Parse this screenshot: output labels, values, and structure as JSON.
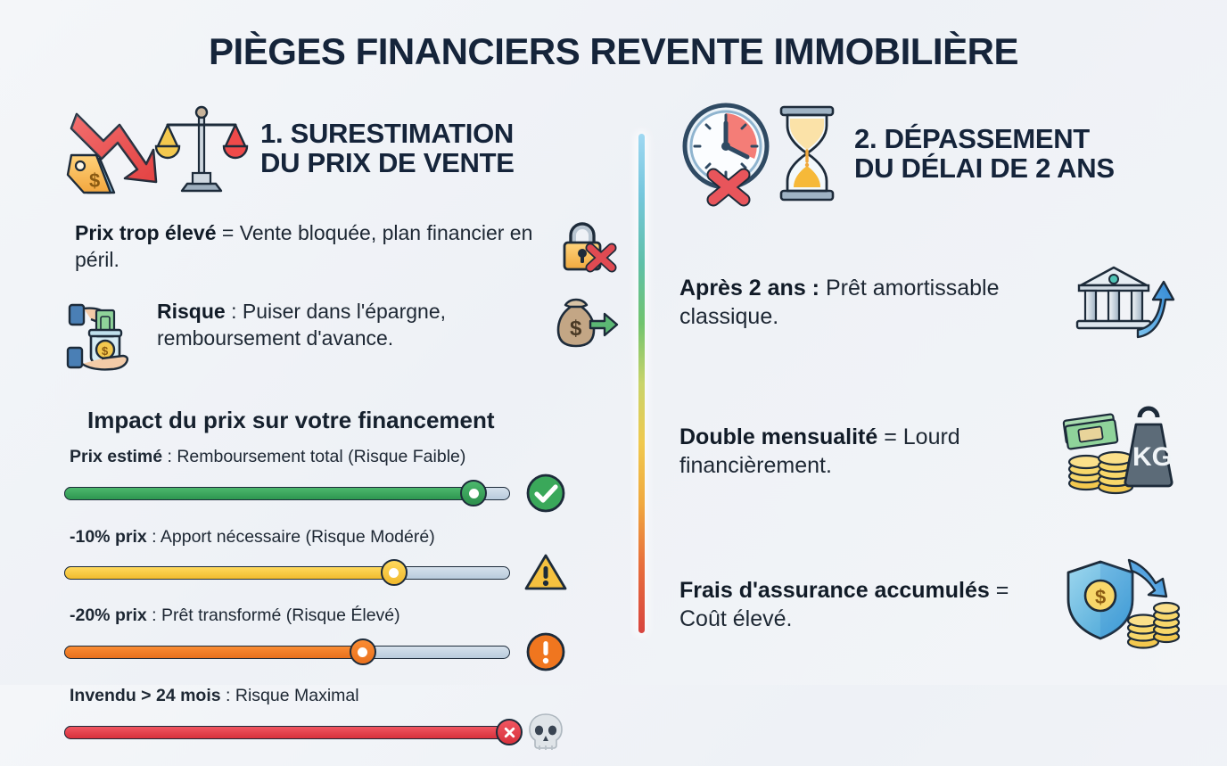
{
  "page": {
    "title": "PIÈGES FINANCIERS REVENTE IMMOBILIÈRE",
    "background_color": "#f2f4f8",
    "title_color": "#15243a"
  },
  "divider": {
    "name": "gradient-divider",
    "gradient_stops": [
      "#9fd8f2",
      "#5fc0a8",
      "#71c46e",
      "#f0c94e",
      "#f0a93f",
      "#d8453f"
    ]
  },
  "left_section": {
    "number_title": "1. SURESTIMATION\nDU PRIX DE VENTE",
    "head_icons": [
      "down-arrow-price-tag-icon",
      "balance-scale-icon"
    ],
    "bullets": [
      {
        "icon": "price-tag-dollar-icon",
        "side_icon": "lock-x-icon",
        "bold": "Prix trop élevé",
        "rest": " = Vente bloquée, plan financier en péril."
      },
      {
        "icon": "hand-savings-jar-icon",
        "side_icon": "money-bag-arrow-icon",
        "bold": "Risque",
        "rest": " : Puiser dans l'épargne, remboursement d'avance."
      }
    ],
    "chart_title": "Impact du prix sur votre financement"
  },
  "right_section": {
    "number_title": "2. DÉPASSEMENT\nDU DÉLAI DE 2 ANS",
    "head_icons": [
      "clock-red-x-icon",
      "hourglass-icon"
    ],
    "bullets": [
      {
        "bold": "Après 2 ans :",
        "rest": " Prêt amortissable classique.",
        "side_icon": "bank-up-arrow-icon"
      },
      {
        "bold": "Double mensualité",
        "rest": " = Lourd financièrement.",
        "side_icon": "money-weight-kg-icon",
        "weight_label": "KG"
      },
      {
        "bold": "Frais d'assurance accumulés",
        "rest": " = Coût élevé.",
        "side_icon": "shield-dollar-coins-icon"
      }
    ]
  },
  "chart_data": {
    "type": "bar",
    "title": "Impact du prix sur votre financement",
    "xlabel": "",
    "ylabel": "",
    "xlim": [
      0,
      100
    ],
    "grid": false,
    "legend": "none",
    "categories": [
      "Prix estimé : Remboursement total (Risque Faible)",
      "-10% prix : Apport nécessaire (Risque Modéré)",
      "-20% prix : Prêt transformé (Risque Élevé)",
      "Invendu > 24 mois : Risque Maximal"
    ],
    "values": [
      92,
      74,
      67,
      100
    ],
    "rows": [
      {
        "bold": "Prix estimé",
        "rest": " : Remboursement total (Risque Faible)",
        "value": 92,
        "color": "#3aa85a",
        "fill_gradient": [
          "#45b368",
          "#2e9650"
        ],
        "status_icon": "check-circle-icon",
        "status_color": "#3aa85a",
        "risk": "Faible"
      },
      {
        "bold": "-10% prix",
        "rest": " : Apport nécessaire (Risque Modéré)",
        "value": 74,
        "color": "#f5c741",
        "fill_gradient": [
          "#ffd95c",
          "#f0bb2e"
        ],
        "status_icon": "warning-triangle-icon",
        "status_color": "#f5c13f",
        "risk": "Modéré"
      },
      {
        "bold": "-20% prix",
        "rest": " : Prêt transformé (Risque Élevé)",
        "value": 67,
        "color": "#f07c28",
        "fill_gradient": [
          "#fa8c33",
          "#e8701d"
        ],
        "status_icon": "exclamation-circle-icon",
        "status_color": "#f0761f",
        "risk": "Élevé"
      },
      {
        "bold": "Invendu > 24 mois",
        "rest": " : Risque Maximal",
        "value": 100,
        "color": "#e8444c",
        "fill_gradient": [
          "#f05560",
          "#d8313c"
        ],
        "status_icon": "skull-icon",
        "status_color": "#d9dee3",
        "risk": "Maximal"
      }
    ]
  }
}
